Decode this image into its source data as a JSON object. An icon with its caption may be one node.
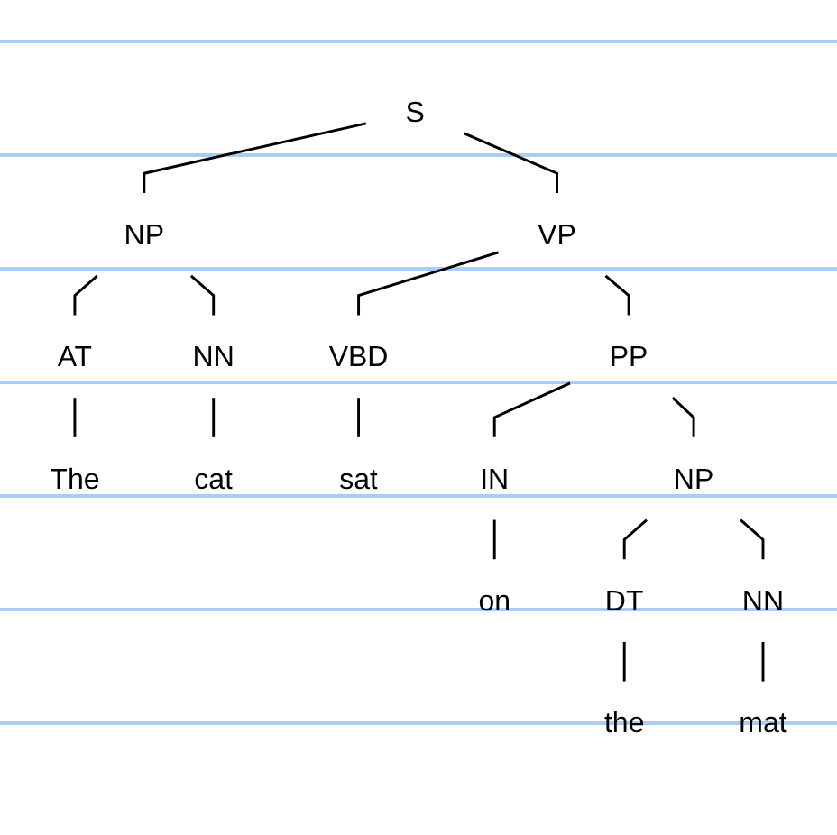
{
  "diagram": {
    "nodes": [
      {
        "text": [
          "S"
        ]
      },
      {
        "text": [
          "NP"
        ]
      },
      {
        "text": [
          "VP"
        ]
      },
      {
        "text": [
          "AT"
        ]
      },
      {
        "text": [
          "NN"
        ]
      },
      {
        "text": [
          "VBD"
        ]
      },
      {
        "text": [
          "PP"
        ]
      },
      {
        "text": [
          "The"
        ]
      },
      {
        "text": [
          "cat"
        ]
      },
      {
        "text": [
          "sat"
        ]
      },
      {
        "text": [
          "IN"
        ]
      },
      {
        "text": [
          "NP"
        ]
      },
      {
        "text": [
          "on"
        ]
      },
      {
        "text": [
          "DT"
        ]
      },
      {
        "text": [
          "NN"
        ]
      },
      {
        "text": [
          "the"
        ]
      },
      {
        "text": [
          "mat"
        ]
      }
    ],
    "edges": [
      {
        "from": 0,
        "to": 1,
        "arrow": "none"
      },
      {
        "from": 0,
        "to": 2,
        "arrow": "none"
      },
      {
        "from": 1,
        "to": 3,
        "arrow": "none"
      },
      {
        "from": 1,
        "to": 4,
        "arrow": "none"
      },
      {
        "from": 2,
        "to": 5,
        "arrow": "none"
      },
      {
        "from": 2,
        "to": 6,
        "arrow": "none"
      },
      {
        "from": 3,
        "to": 7,
        "arrow": "none"
      },
      {
        "from": 4,
        "to": 8,
        "arrow": "none"
      },
      {
        "from": 5,
        "to": 9,
        "arrow": "none"
      },
      {
        "from": 6,
        "to": 10,
        "arrow": "none"
      },
      {
        "from": 6,
        "to": 11,
        "arrow": "none"
      },
      {
        "from": 10,
        "to": 12,
        "arrow": "none"
      },
      {
        "from": 11,
        "to": 13,
        "arrow": "none"
      },
      {
        "from": 11,
        "to": 14,
        "arrow": "none"
      },
      {
        "from": 13,
        "to": 15,
        "arrow": "none"
      },
      {
        "from": 14,
        "to": 16,
        "arrow": "none"
      }
    ]
  }
}
